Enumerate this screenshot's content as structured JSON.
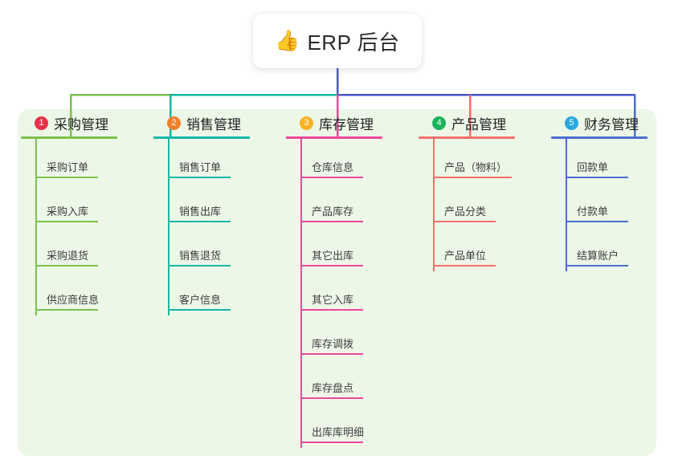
{
  "root": {
    "icon": "thumbs-up-icon",
    "emoji": "👍",
    "title": "ERP 后台"
  },
  "canvas": {
    "panel_color": "#edf7e8",
    "background": "#ffffff"
  },
  "trunk_colors": {
    "stem": "#4a54c4",
    "bar_left": "#7dc24b",
    "bar_mid": "#14b8a6",
    "bar_right": "#4a54c4"
  },
  "columns": [
    {
      "number": "1",
      "title": "采购管理",
      "badge_color": "#e8324a",
      "line_color": "#7dc24b",
      "items": [
        {
          "label": "采购订单"
        },
        {
          "label": "采购入库"
        },
        {
          "label": "采购退货"
        },
        {
          "label": "供应商信息"
        }
      ]
    },
    {
      "number": "2",
      "title": "销售管理",
      "badge_color": "#f2802b",
      "line_color": "#14b8a6",
      "items": [
        {
          "label": "销售订单"
        },
        {
          "label": "销售出库"
        },
        {
          "label": "销售退货"
        },
        {
          "label": "客户信息"
        }
      ]
    },
    {
      "number": "3",
      "title": "库存管理",
      "badge_color": "#f7b322",
      "line_color": "#ec4899",
      "items": [
        {
          "label": "仓库信息"
        },
        {
          "label": "产品库存"
        },
        {
          "label": "其它出库"
        },
        {
          "label": "其它入库"
        },
        {
          "label": "库存调拨"
        },
        {
          "label": "库存盘点"
        },
        {
          "label": "出库库明细"
        }
      ]
    },
    {
      "number": "4",
      "title": "产品管理",
      "badge_color": "#19b35c",
      "line_color": "#f4706c",
      "items": [
        {
          "label": "产品（物料）"
        },
        {
          "label": "产品分类"
        },
        {
          "label": "产品单位"
        }
      ]
    },
    {
      "number": "5",
      "title": "财务管理",
      "badge_color": "#26a8e0",
      "line_color": "#4a6fd0",
      "items": [
        {
          "label": "回款单"
        },
        {
          "label": "付款单"
        },
        {
          "label": "结算账户"
        }
      ]
    }
  ]
}
